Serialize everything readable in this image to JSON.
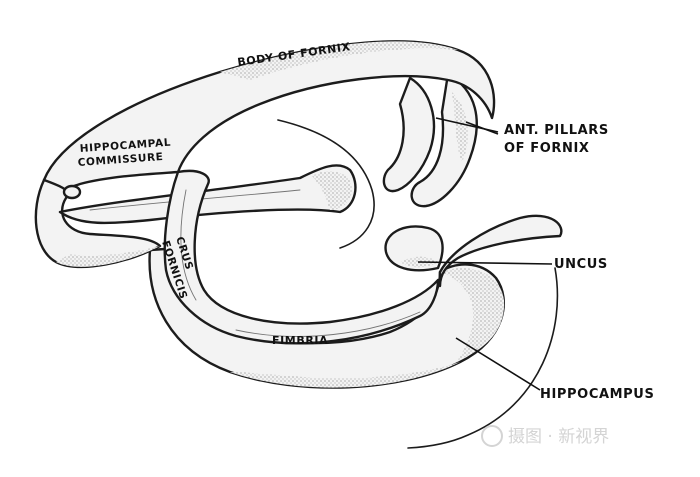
{
  "diagram": {
    "labels": {
      "body_of_fornix": "BODY OF FORNIX",
      "ant_pillars_line1": "ANT. PILLARS",
      "ant_pillars_line2": "OF FORNIX",
      "hippocampal_line1": "HIPPOCAMPAL",
      "hippocampal_line2": "COMMISSURE",
      "crus_line1": "CRUS",
      "crus_line2": "FORNICIS",
      "fimbria": "FIMBRIA",
      "uncus": "UNCUS",
      "hippocampus": "HIPPOCAMPUS"
    },
    "watermark": "摄图 · 新视界",
    "colors": {
      "ink": "#1c1c1c",
      "fill": "#f3f3f3",
      "watermark": "#d4d4d4"
    }
  }
}
